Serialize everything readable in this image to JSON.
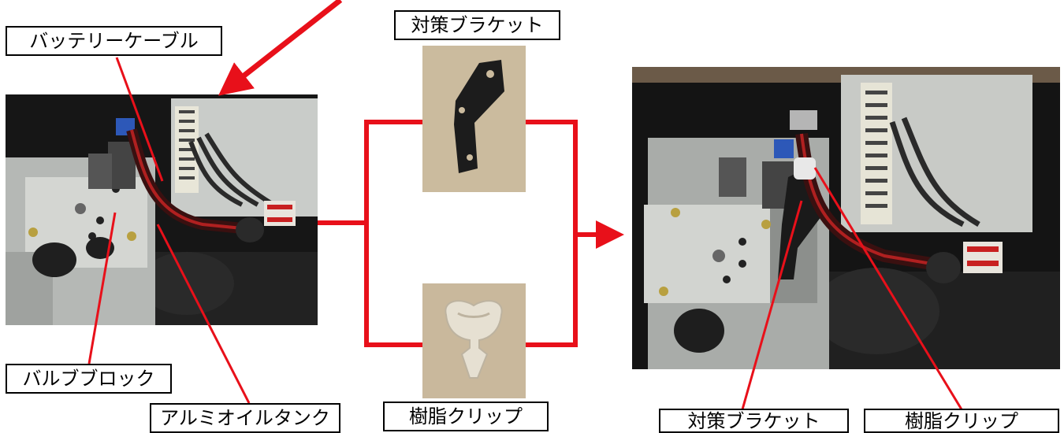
{
  "labels": {
    "battery_cable": "バッテリーケーブル",
    "valve_block": "バルブブロック",
    "aluminum_oil_tank": "アルミオイルタンク",
    "countermeasure_bracket_top": "対策ブラケット",
    "resin_clip_bottom": "樹脂クリップ",
    "countermeasure_bracket_right": "対策ブラケット",
    "resin_clip_right": "樹脂クリップ"
  },
  "photos": {
    "before": "pump-unit-before-photo",
    "bracket": "bracket-part-photo",
    "clip": "clip-part-photo",
    "after": "pump-unit-after-photo"
  },
  "colors": {
    "arrow": "#e8101a",
    "box_border": "#000000"
  }
}
